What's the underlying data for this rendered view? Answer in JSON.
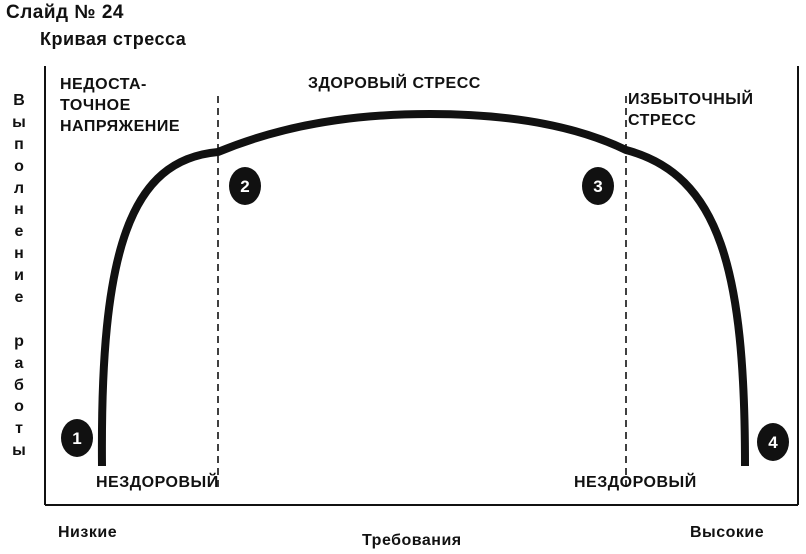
{
  "slide": {
    "number": "Слайд № 24",
    "title": "Кривая стресса"
  },
  "zones": {
    "insufficient": [
      "НЕДОСТА-",
      "ТОЧНОЕ",
      "НАПРЯЖЕНИЕ"
    ],
    "healthy": "ЗДОРОВЫЙ СТРЕСС",
    "excessive": [
      "ИЗБЫТОЧНЫЙ",
      "СТРЕСС"
    ]
  },
  "labels": {
    "unhealthy_left": "НЕЗДОРОВЫЙ",
    "unhealthy_right": "НЕЗДОРОВЫЙ"
  },
  "axis": {
    "x_title": "Требования",
    "x_low": "Низкие",
    "x_high": "Высокие",
    "y_title_letters": [
      "В",
      "ы",
      "п",
      "о",
      "л",
      "н",
      "е",
      "н",
      "и",
      "е",
      "",
      "р",
      "а",
      "б",
      "о",
      "т",
      "ы"
    ]
  },
  "markers": [
    "1",
    "2",
    "3",
    "4"
  ],
  "colors": {
    "ink": "#111111",
    "background": "#ffffff"
  }
}
